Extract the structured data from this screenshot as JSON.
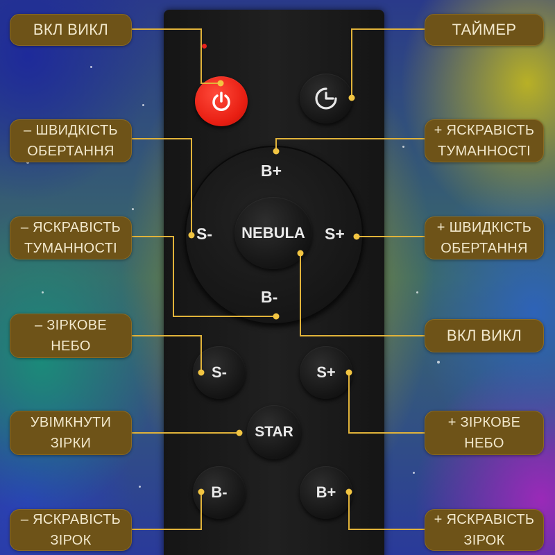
{
  "colors": {
    "label_bg": "#6e5318",
    "label_text": "#f2e8cc",
    "leader": "#e1b33a",
    "power": "#e81e12",
    "remote": "#1a1a1a"
  },
  "remote": {
    "buttons": {
      "power_icon": "power-icon",
      "timer_icon": "timer-icon",
      "dpad_up": "B+",
      "dpad_left": "S-",
      "dpad_center": "NEBULA",
      "dpad_right": "S+",
      "dpad_down": "B-",
      "stars_speed_down": "S-",
      "stars_speed_up": "S+",
      "star": "STAR",
      "stars_bright_down": "B-",
      "stars_bright_up": "B+"
    }
  },
  "labels": {
    "power": [
      "ВКЛ ВИКЛ"
    ],
    "timer": [
      "ТАЙМЕР"
    ],
    "rotation_down": [
      "– ШВИДКІСТЬ",
      "ОБЕРТАННЯ"
    ],
    "nebula_bright_up": [
      "+ ЯСКРАВІСТЬ",
      "ТУМАННОСТІ"
    ],
    "nebula_bright_down": [
      "– ЯСКРАВІСТЬ",
      "ТУМАННОСТІ"
    ],
    "rotation_up": [
      "+ ШВИДКІСТЬ",
      "ОБЕРТАННЯ"
    ],
    "sky_down": [
      "– ЗІРКОВЕ",
      "НЕБО"
    ],
    "nebula_toggle": [
      "ВКЛ ВИКЛ"
    ],
    "stars_on": [
      "УВІМКНУТИ",
      "ЗІРКИ"
    ],
    "sky_up": [
      "+ ЗІРКОВЕ",
      "НЕБО"
    ],
    "stars_bright_down": [
      "– ЯСКРАВІСТЬ",
      "ЗІРОК"
    ],
    "stars_bright_up": [
      "+ ЯСКРАВІСТЬ",
      "ЗІРОК"
    ]
  }
}
